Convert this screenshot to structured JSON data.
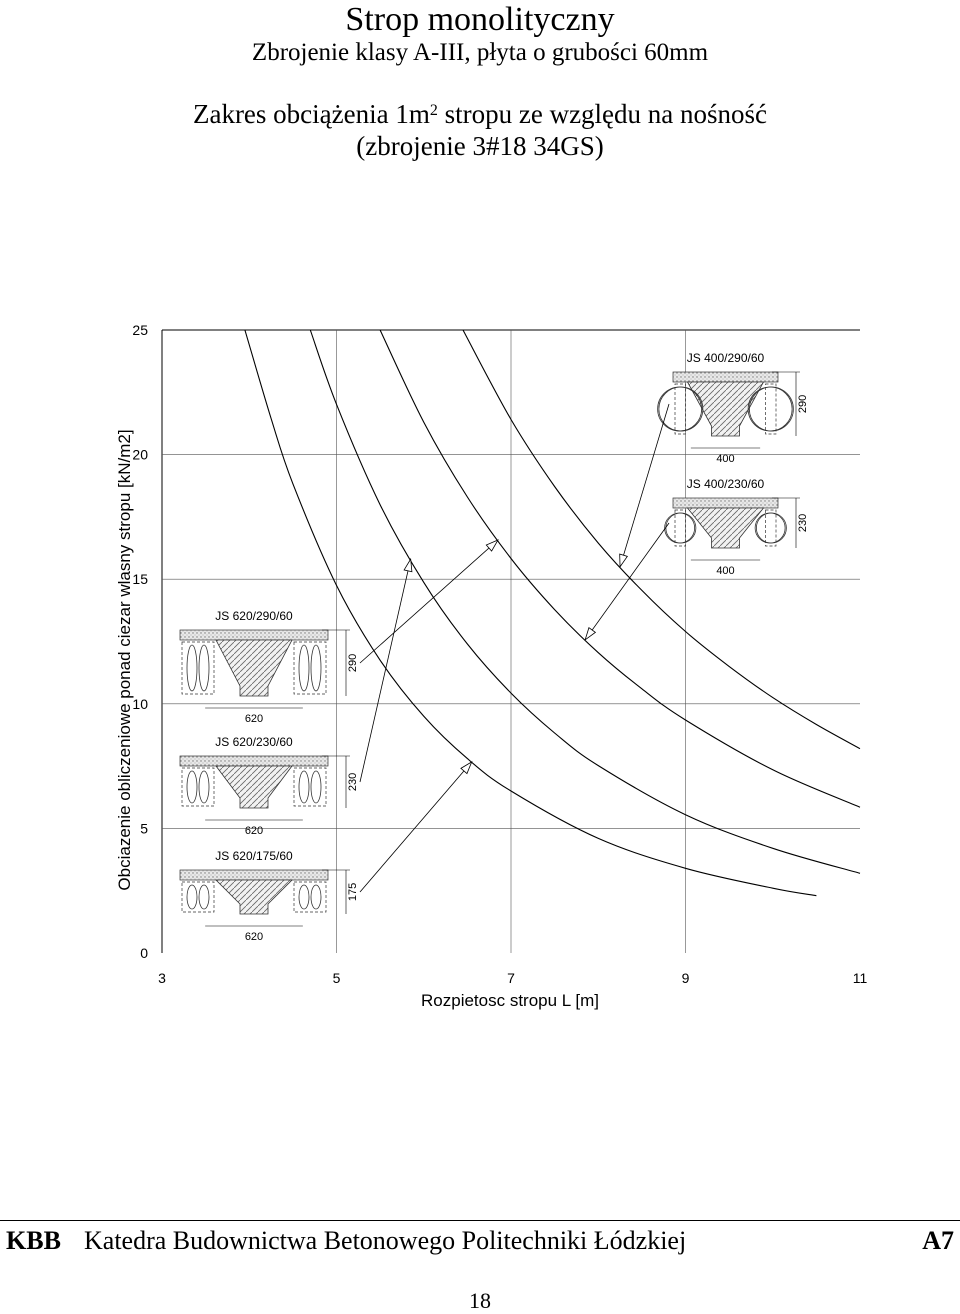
{
  "header": {
    "title": "Strop monolityczny",
    "subtitle": "Zbrojenie klasy A-III, płyta o grubości 60mm",
    "range_pre": "Zakres obciążenia 1m",
    "range_sup": "2",
    "range_post": " stropu ze względu na nośność",
    "reinforcement": "(zbrojenie 3#18 34GS)"
  },
  "chart_data": {
    "type": "line",
    "xlabel": "Rozpietosc stropu L [m]",
    "ylabel": "Obciazenie obliczeniowe ponad ciezar wlasny stropu [kN/m2]",
    "xlim": [
      3,
      11
    ],
    "ylim": [
      0,
      25
    ],
    "x_ticks": [
      "3",
      "5",
      "7",
      "9",
      "11"
    ],
    "y_ticks": [
      "0",
      "5",
      "10",
      "15",
      "20",
      "25"
    ],
    "grid": "vertical at 5, 7, 9; horizontal at 20, 15, 10, 5",
    "series": [
      {
        "points": [
          [
            3.95,
            25.0
          ],
          [
            4.25,
            21.45
          ],
          [
            4.5,
            18.83
          ],
          [
            5.0,
            14.75
          ],
          [
            5.5,
            11.75
          ],
          [
            6.0,
            9.5
          ],
          [
            6.5,
            7.8
          ],
          [
            7.0,
            6.5
          ],
          [
            8.0,
            4.6
          ],
          [
            9.0,
            3.4
          ],
          [
            10.0,
            2.6
          ],
          [
            10.5,
            2.3
          ]
        ]
      },
      {
        "points": [
          [
            4.7,
            25.0
          ],
          [
            5.0,
            22.02
          ],
          [
            5.5,
            17.99
          ],
          [
            6.0,
            14.87
          ],
          [
            6.5,
            12.4
          ],
          [
            7.0,
            10.43
          ],
          [
            7.5,
            8.83
          ],
          [
            8.0,
            7.52
          ],
          [
            9.0,
            5.55
          ],
          [
            10.0,
            4.2
          ],
          [
            11.0,
            3.2
          ]
        ]
      },
      {
        "points": [
          [
            5.5,
            25.0
          ],
          [
            6.0,
            21.3
          ],
          [
            6.5,
            18.3
          ],
          [
            7.0,
            15.83
          ],
          [
            7.5,
            13.78
          ],
          [
            8.0,
            12.05
          ],
          [
            8.5,
            10.6
          ],
          [
            9.0,
            9.35
          ],
          [
            10.0,
            7.35
          ],
          [
            11.0,
            5.85
          ]
        ]
      },
      {
        "points": [
          [
            6.45,
            25.0
          ],
          [
            7.0,
            21.41
          ],
          [
            7.5,
            18.72
          ],
          [
            8.0,
            16.45
          ],
          [
            8.5,
            14.55
          ],
          [
            9.0,
            12.9
          ],
          [
            9.5,
            11.5
          ],
          [
            10.0,
            10.25
          ],
          [
            10.5,
            9.17
          ],
          [
            11.0,
            8.2
          ]
        ]
      }
    ],
    "annotations": [
      {
        "label": "JS 620/175/60",
        "width": "620",
        "height": "175",
        "points_to_series": 0
      },
      {
        "label": "JS 620/230/60",
        "width": "620",
        "height": "230",
        "points_to_series": 1
      },
      {
        "label": "JS 620/290/60",
        "width": "620",
        "height": "290",
        "points_to_series": 2
      },
      {
        "label": "JS 400/230/60",
        "width": "400",
        "height": "230",
        "points_to_series": 2
      },
      {
        "label": "JS 400/290/60",
        "width": "400",
        "height": "290",
        "points_to_series": 3
      }
    ]
  },
  "footer": {
    "left": "KBB",
    "middle": "Katedra Budownictwa Betonowego Politechniki Łódzkiej",
    "right": "A7",
    "page": "18"
  }
}
